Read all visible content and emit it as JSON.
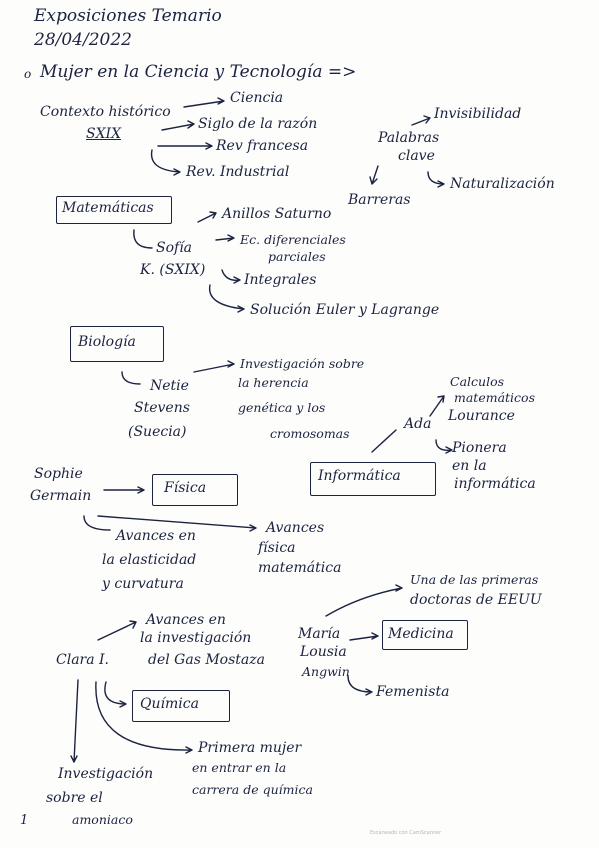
{
  "title": "Exposiciones Temario",
  "date": "28/04/2022",
  "topic_bullet": "o",
  "topic": "Mujer en la Ciencia y Tecnología =>",
  "context": {
    "label": "Contexto histórico",
    "century": "SXIX",
    "items": [
      "Ciencia",
      "Siglo de la razón",
      "Rev francesa",
      "Rev. Industrial"
    ]
  },
  "keywords": {
    "label_line1": "Palabras",
    "label_line2": "clave",
    "items": [
      "Invisibilidad",
      "Naturalización",
      "Barreras"
    ]
  },
  "math": {
    "box": "Matemáticas",
    "person_line1": "Sofía",
    "person_line2": "K. (SXIX)",
    "items": [
      "Anillos Saturno",
      "Ec. diferenciales",
      "parciales",
      "Integrales",
      "Solución Euler y Lagrange"
    ]
  },
  "biology": {
    "box": "Biología",
    "person_line1": "Netie",
    "person_line2": "Stevens",
    "person_line3": "(Suecia)",
    "note_line1": "Investigación sobre",
    "note_line2": "la herencia",
    "note_line3": "genética y los",
    "note_line4": "cromosomas"
  },
  "informatics": {
    "box": "Informática",
    "person": "Ada",
    "items": [
      "Calculos",
      "matemáticos",
      "Lourance",
      "Pionera",
      "en la",
      "informática"
    ]
  },
  "physics": {
    "person_line1": "Sophie",
    "person_line2": "Germain",
    "box": "Física",
    "items": [
      "Avances en",
      "la elasticidad",
      "y curvatura",
      "Avances",
      "física",
      "matemática"
    ]
  },
  "medicine": {
    "note_line1": "Una de las primeras",
    "note_line2": "doctoras de EEUU",
    "person_line1": "María",
    "person_line2": "Lousia",
    "person_line3": "Angwin",
    "box": "Medicina",
    "item": "Femenista"
  },
  "chemistry": {
    "note_line1": "Avances en",
    "note_line2": "la investigación",
    "note_line3": "del Gas Mostaza",
    "person": "Clara I.",
    "box": "Química",
    "items": [
      "Primera mujer",
      "en entrar en la",
      "carrera de química",
      "Investigación",
      "sobre el",
      "amoniaco"
    ]
  },
  "page_number": "1",
  "footer": "Escaneado con CamScanner"
}
